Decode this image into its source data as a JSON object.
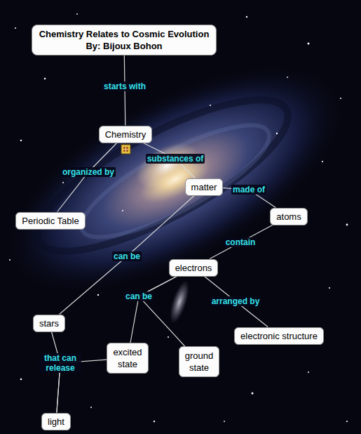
{
  "diagram": {
    "nodes": [
      {
        "text": [
          "Chemistry Relates to Cosmic Evolution",
          "By: Bijoux Bohon"
        ]
      },
      {
        "text": [
          "Chemistry"
        ]
      },
      {
        "text": [
          "matter"
        ]
      },
      {
        "text": [
          "Periodic Table"
        ]
      },
      {
        "text": [
          "atoms"
        ]
      },
      {
        "text": [
          "electrons"
        ]
      },
      {
        "text": [
          "stars"
        ]
      },
      {
        "text": [
          "excited state"
        ]
      },
      {
        "text": [
          "ground state"
        ]
      },
      {
        "text": [
          "electronic structure"
        ]
      },
      {
        "text": [
          "light"
        ]
      }
    ],
    "edges": [
      {
        "from": 0,
        "to": 1,
        "label": "starts with",
        "arrow": "none"
      },
      {
        "from": 1,
        "to": 3,
        "label": "organized by",
        "arrow": "none"
      },
      {
        "from": 1,
        "to": 2,
        "label": "substances of",
        "arrow": "none"
      },
      {
        "from": 2,
        "to": 4,
        "label": "made of",
        "arrow": "none"
      },
      {
        "from": 4,
        "to": 5,
        "label": "contain",
        "arrow": "none"
      },
      {
        "from": 2,
        "to": 6,
        "label": "can be",
        "arrow": "none"
      },
      {
        "from": 5,
        "to": 7,
        "label": "can be",
        "arrow": "none"
      },
      {
        "from": 5,
        "to": 8,
        "arrow": "none"
      },
      {
        "from": 5,
        "to": 9,
        "label": "arranged by",
        "arrow": "none"
      },
      {
        "from": 6,
        "to": 10,
        "label": "that can release",
        "arrow": "none"
      },
      {
        "from": 7,
        "to": 10,
        "arrow": "none"
      }
    ]
  }
}
